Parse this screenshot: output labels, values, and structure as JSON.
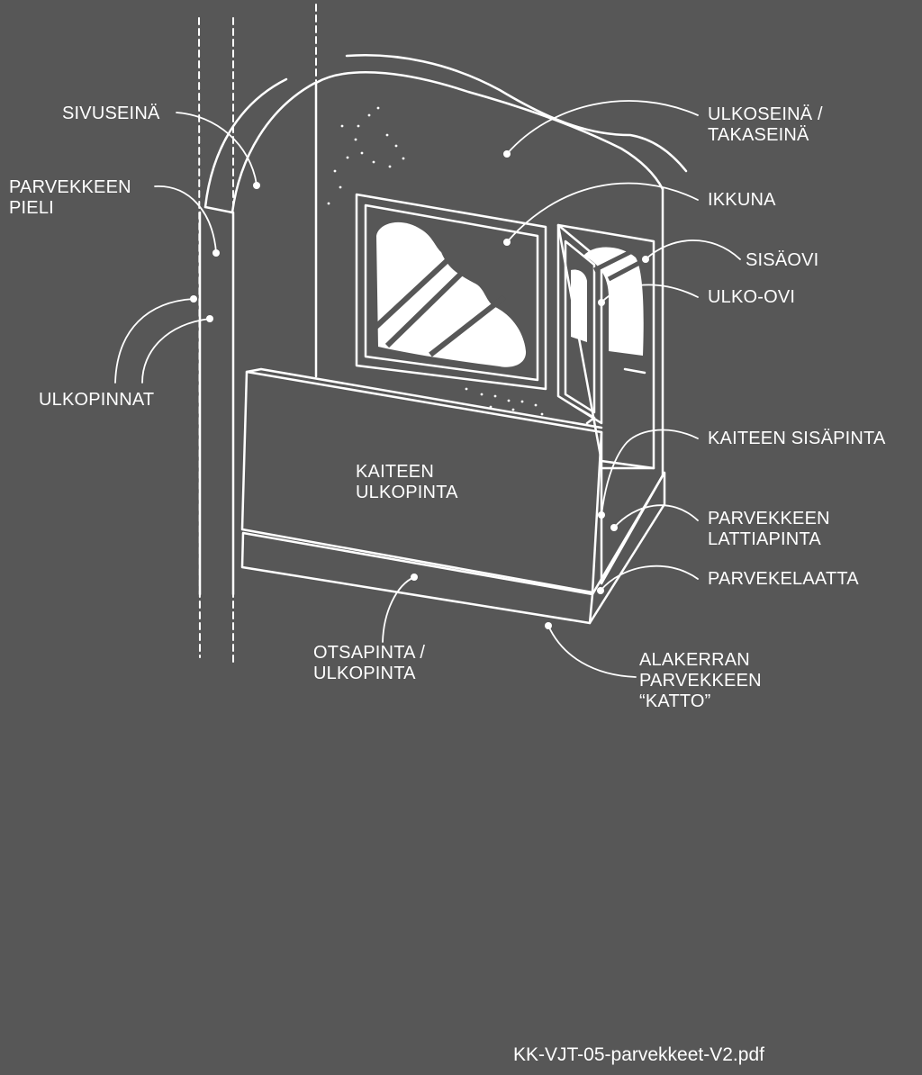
{
  "labels": {
    "sivuseina": "SIVUSEINÄ",
    "pieli_1": "PARVEKKEEN",
    "pieli_2": "PIELI",
    "ulkopinnat": "ULKOPINNAT",
    "ulkoseina_1": "ULKOSEINÄ /",
    "ulkoseina_2": "TAKASEINÄ",
    "ikkuna": "IKKUNA",
    "sisaovi": "SISÄOVI",
    "ulko_ovi": "ULKO-OVI",
    "kaiteen_sisapinta": "KAITEEN SISÄPINTA",
    "kaiteen_ulkopinta_1": "KAITEEN",
    "kaiteen_ulkopinta_2": "ULKOPINTA",
    "lattiapinta_1": "PARVEKKEEN",
    "lattiapinta_2": "LATTIAPINTA",
    "parvekelaatta": "PARVEKELAATTA",
    "otsapinta_1": "OTSAPINTA /",
    "otsapinta_2": "ULKOPINTA",
    "katto_1": "ALAKERRAN",
    "katto_2": "PARVEKKEEN",
    "katto_3": "“KATTO”"
  },
  "footer": {
    "filename": "KK-VJT-05-parvekkeet-V2.pdf"
  }
}
